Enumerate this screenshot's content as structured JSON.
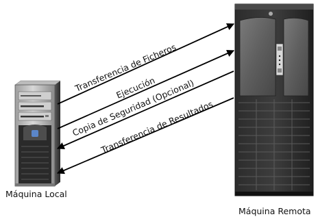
{
  "local_machine": {
    "label": "Máquina Local"
  },
  "remote_machine": {
    "label": "Máquina Remota"
  },
  "flows": [
    {
      "label": "Transferencia de Ficheros"
    },
    {
      "label": "Ejecución"
    },
    {
      "label": "Copia de Seguridad (Opcional)"
    },
    {
      "label": "Transferencia de Resultados"
    }
  ]
}
